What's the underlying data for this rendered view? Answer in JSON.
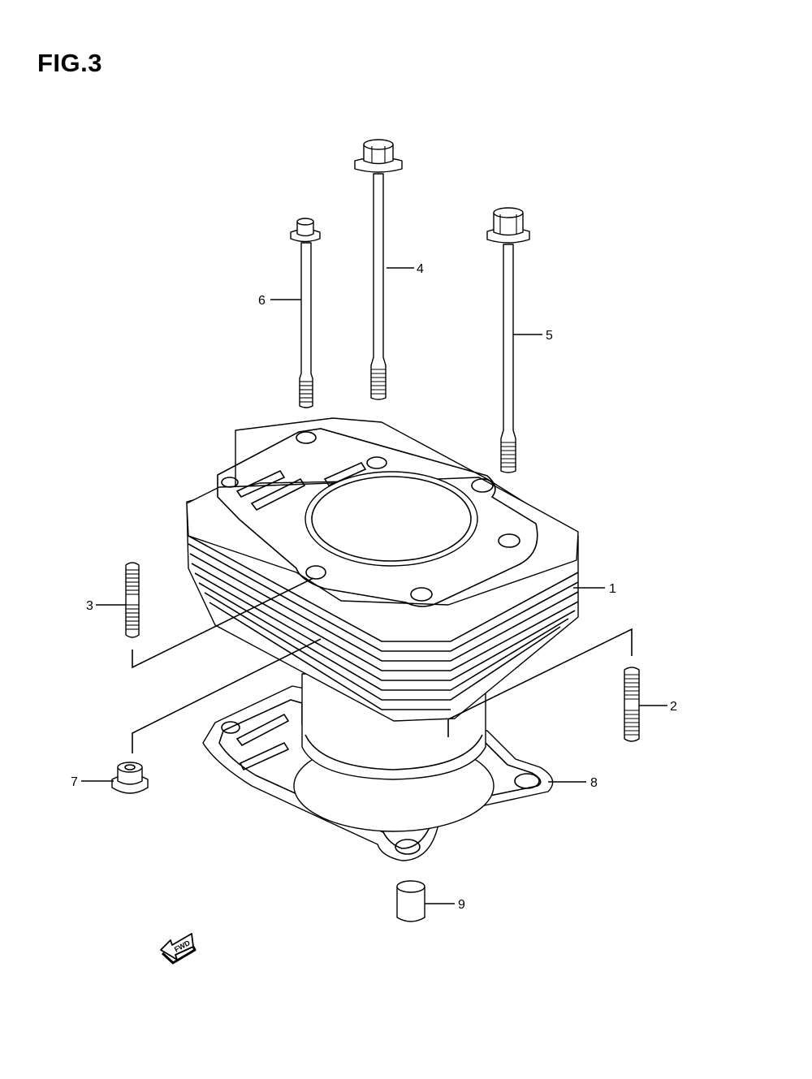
{
  "figure": {
    "title": "FIG.3"
  },
  "callouts": [
    {
      "id": "1",
      "label": "1"
    },
    {
      "id": "2",
      "label": "2"
    },
    {
      "id": "3",
      "label": "3"
    },
    {
      "id": "4",
      "label": "4"
    },
    {
      "id": "5",
      "label": "5"
    },
    {
      "id": "6",
      "label": "6"
    },
    {
      "id": "7",
      "label": "7"
    },
    {
      "id": "8",
      "label": "8"
    },
    {
      "id": "9",
      "label": "9"
    }
  ],
  "direction_marker": {
    "text": "FWD",
    "icon": "forward-arrow-icon"
  }
}
